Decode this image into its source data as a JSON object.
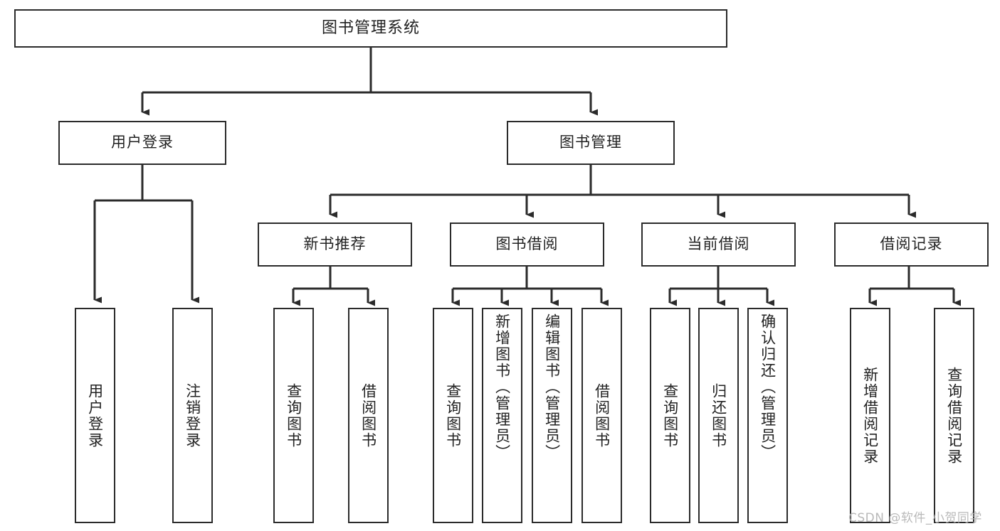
{
  "diagram": {
    "title": "图书管理系统",
    "type": "tree-hierarchy",
    "watermark": "CSDN @软件_小贺同学",
    "colors": {
      "border": "#2b2b2b",
      "background": "#ffffff",
      "text": "#222222",
      "connector": "#2b2b2b",
      "watermark": "#b9b9b9"
    },
    "levels": {
      "root": {
        "label": "图书管理系统"
      },
      "level2": [
        {
          "id": "user-login",
          "label": "用户登录"
        },
        {
          "id": "book-manage",
          "label": "图书管理"
        }
      ],
      "level3": [
        {
          "id": "new-book-recommend",
          "label": "新书推荐"
        },
        {
          "id": "book-borrow",
          "label": "图书借阅"
        },
        {
          "id": "current-borrow",
          "label": "当前借阅"
        },
        {
          "id": "borrow-record",
          "label": "借阅记录"
        }
      ],
      "leaves": {
        "user-login": [
          {
            "id": "leaf-user-login",
            "label": "用户登录"
          },
          {
            "id": "leaf-user-logout",
            "label": "注销登录"
          }
        ],
        "new-book-recommend": [
          {
            "id": "leaf-query-book-1",
            "label": "查询图书"
          },
          {
            "id": "leaf-borrow-book-1",
            "label": "借阅图书"
          }
        ],
        "book-borrow": [
          {
            "id": "leaf-query-book-2",
            "label": "查询图书"
          },
          {
            "id": "leaf-add-book",
            "label": "新增图书（管理员）"
          },
          {
            "id": "leaf-edit-book",
            "label": "编辑图书（管理员）"
          },
          {
            "id": "leaf-borrow-book-2",
            "label": "借阅图书"
          }
        ],
        "current-borrow": [
          {
            "id": "leaf-query-book-3",
            "label": "查询图书"
          },
          {
            "id": "leaf-return-book",
            "label": "归还图书"
          },
          {
            "id": "leaf-confirm-return",
            "label": "确认归还（管理员）"
          }
        ],
        "borrow-record": [
          {
            "id": "leaf-add-record",
            "label": "新增借阅记录"
          },
          {
            "id": "leaf-query-record",
            "label": "查询借阅记录"
          }
        ]
      }
    }
  }
}
